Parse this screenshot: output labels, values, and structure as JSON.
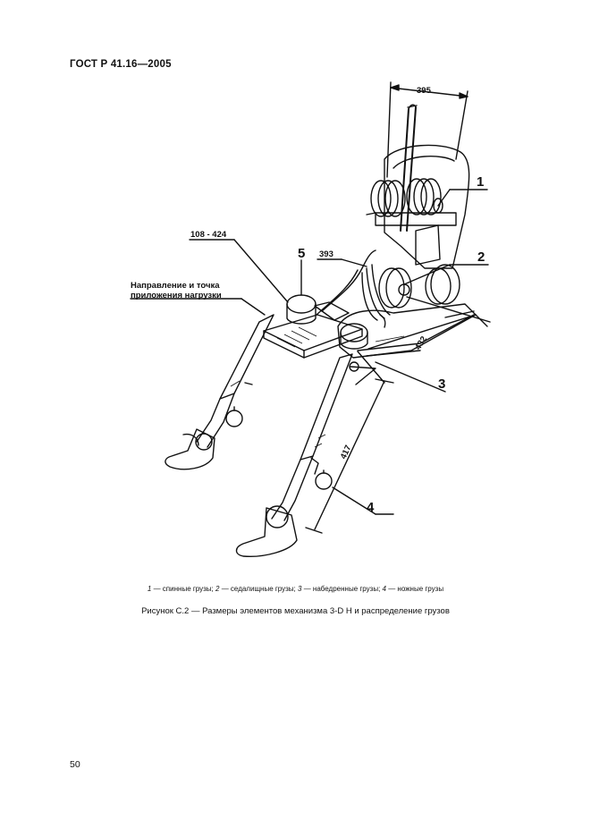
{
  "header": {
    "standard_id": "ГОСТ Р 41.16—2005"
  },
  "figure": {
    "dim_shoulder": "395",
    "dim_range": "108 - 424",
    "dim_side": "393",
    "dim_seat": "432",
    "dim_thigh": "417",
    "load_label_line1": "Направление и точка",
    "load_label_line2": "приложения нагрузки",
    "callout_1": "1",
    "callout_2": "2",
    "callout_3": "3",
    "callout_4": "4",
    "callout_5": "5"
  },
  "legend": {
    "n1": "1",
    "t1": " — спинные грузы; ",
    "n2": "2",
    "t2": " — седалищные грузы; ",
    "n3": "3",
    "t3": " — набедренные грузы; ",
    "n4": "4",
    "t4": " — ножные грузы"
  },
  "caption": {
    "title": "Рисунок С.2 — Размеры элементов механизма 3-D H и распределение грузов"
  },
  "footer": {
    "page_number": "50"
  }
}
